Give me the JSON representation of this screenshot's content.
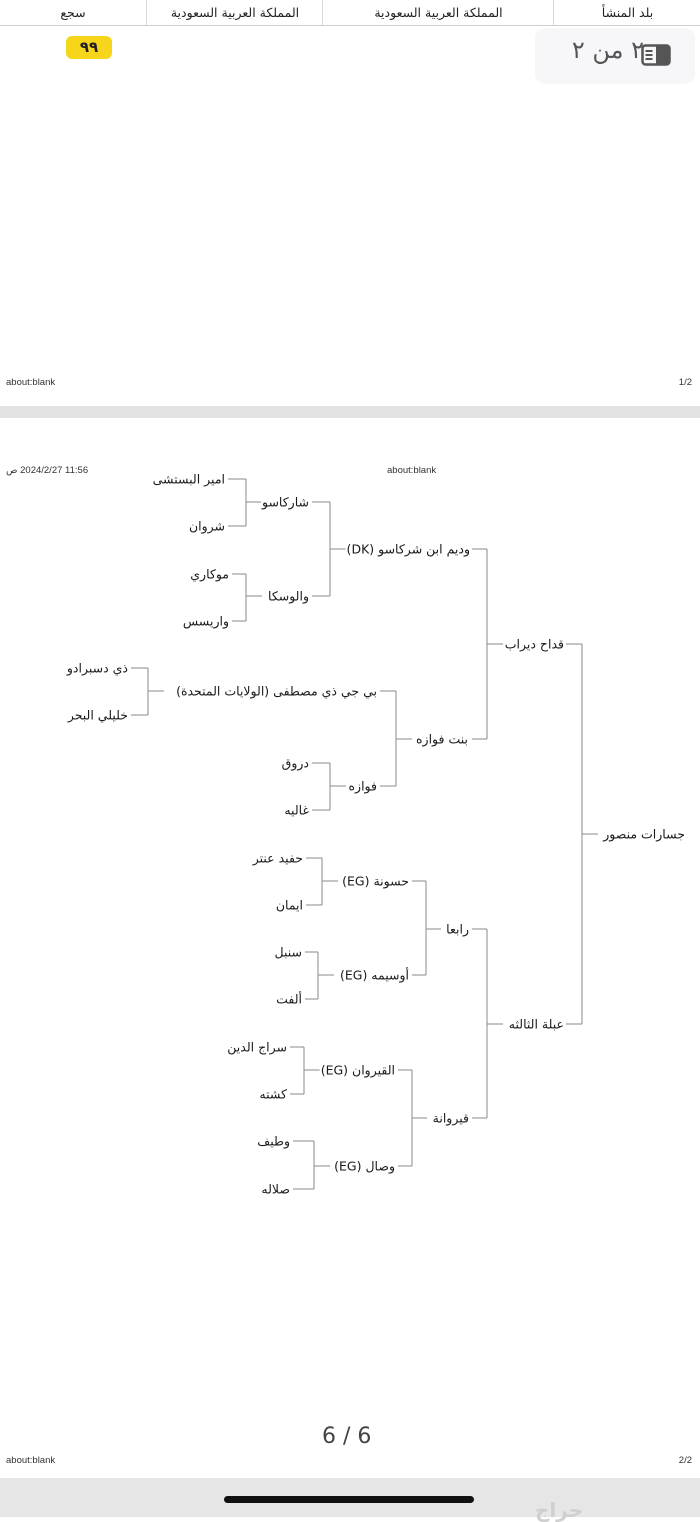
{
  "header": {
    "columns": [
      "بلد المنشأ",
      "المملكة العربية السعودية",
      "المملكة العربية السعودية",
      "سجع"
    ]
  },
  "badge": {
    "value": "٩٩"
  },
  "page_indicator": {
    "text": "٢ من ٢",
    "icon": "book-view-icon"
  },
  "print_page1": {
    "url_label": "about:blank",
    "page_num": "1/2"
  },
  "print_page2": {
    "timestamp": "11:56 2024/2/27 ص",
    "url_label": "about:blank",
    "page_num": "2/2"
  },
  "viewer_counter": "6 / 6",
  "watermark": "حراج",
  "pedigree": {
    "root": "جسارات منصور",
    "gen1": [
      "قداح ديراب",
      "عبلة الثالثه"
    ],
    "gen2": [
      "وديم ابن شركاسو (DK)",
      "بنت فوازه",
      "رابعا",
      "قيروانة"
    ],
    "gen3": [
      "شاركاسو",
      "والوسكا",
      "بي جي ذي مصطفى (الولايات المتحدة)",
      "فوازه",
      "حسونة (EG)",
      "أوسيمه (EG)",
      "القيروان (EG)",
      "وصال (EG)"
    ],
    "gen4": [
      "امير البستشى",
      "شروان",
      "موكاري",
      "واريسس",
      "ذي دسبرادو",
      "خليلي البحر",
      "دروق",
      "غاليه",
      "حفيد عنتر",
      "ايمان",
      "سنبل",
      "ألفت",
      "سراج الدين",
      "كشته",
      "وطيف",
      "صلاله"
    ]
  }
}
